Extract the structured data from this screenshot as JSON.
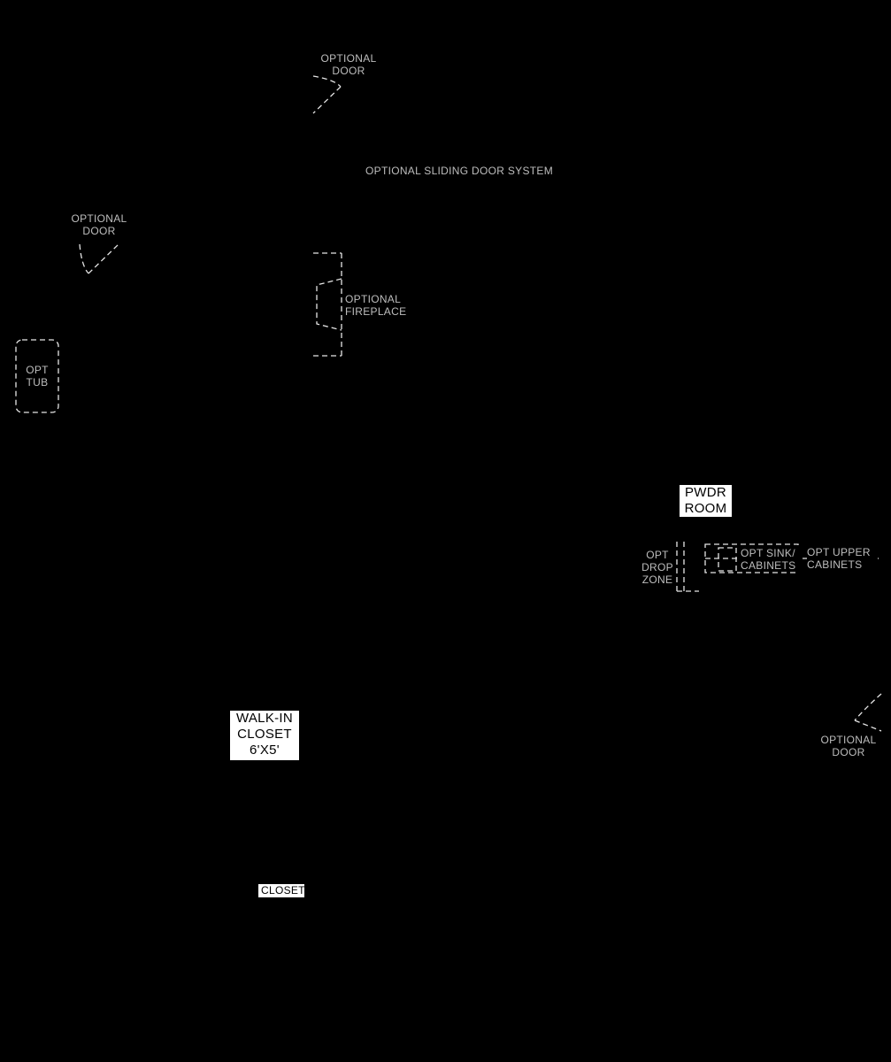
{
  "labels": {
    "optional_door_top": "OPTIONAL\nDOOR",
    "optional_sliding_door": "OPTIONAL SLIDING DOOR SYSTEM",
    "optional_door_left": "OPTIONAL\nDOOR",
    "optional_fireplace": "OPTIONAL\nFIREPLACE",
    "opt_tub": "OPT\nTUB",
    "opt_drop_zone": "OPT\nDROP\nZONE",
    "opt_sink_cabinets": "OPT SINK/\nCABINETS",
    "opt_upper_cabinets": "OPT UPPER\nCABINETS",
    "optional_door_right": "OPTIONAL\nDOOR"
  },
  "rooms": {
    "pwdr_room": "PWDR\nROOM",
    "walk_in_closet": "WALK-IN\nCLOSET\n6'X5'",
    "closet": "CLOSET"
  },
  "colors": {
    "background": "#000000",
    "linework": "#e6e6e6",
    "label_text": "#bdbdbd",
    "room_tag_bg": "#ffffff",
    "room_tag_text": "#000000"
  }
}
